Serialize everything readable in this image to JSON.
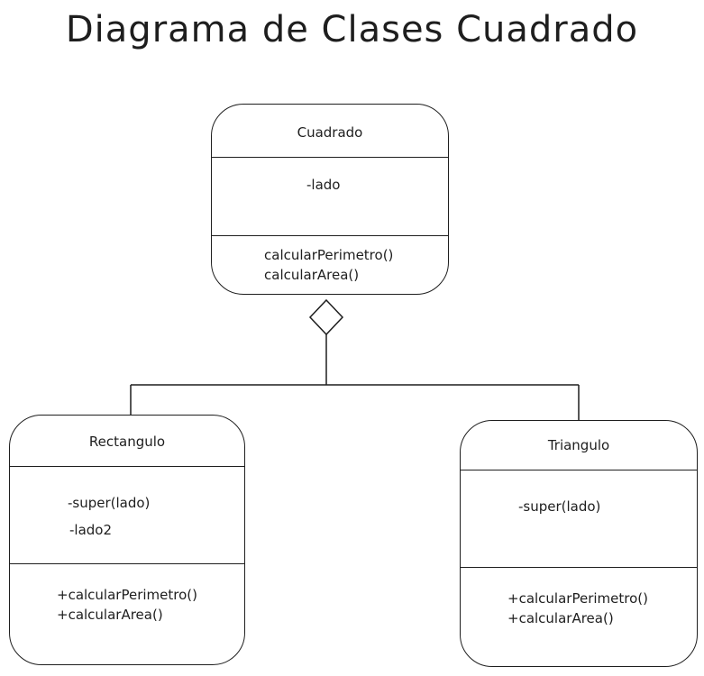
{
  "title": "Diagrama de Clases Cuadrado",
  "classes": {
    "cuadrado": {
      "name": "Cuadrado",
      "attributes": [
        "-lado"
      ],
      "methods": [
        "calcularPerimetro()",
        "calcularArea()"
      ]
    },
    "rectangulo": {
      "name": "Rectangulo",
      "attributes": [
        "-super(lado)",
        "-lado2"
      ],
      "methods": [
        "+calcularPerimetro()",
        "+calcularArea()"
      ]
    },
    "triangulo": {
      "name": "Triangulo",
      "attributes": [
        "-super(lado)"
      ],
      "methods": [
        "+calcularPerimetro()",
        "+calcularArea()"
      ]
    }
  },
  "relationship": {
    "type": "aggregation",
    "whole": "Cuadrado",
    "parts": [
      "Rectangulo",
      "Triangulo"
    ]
  }
}
